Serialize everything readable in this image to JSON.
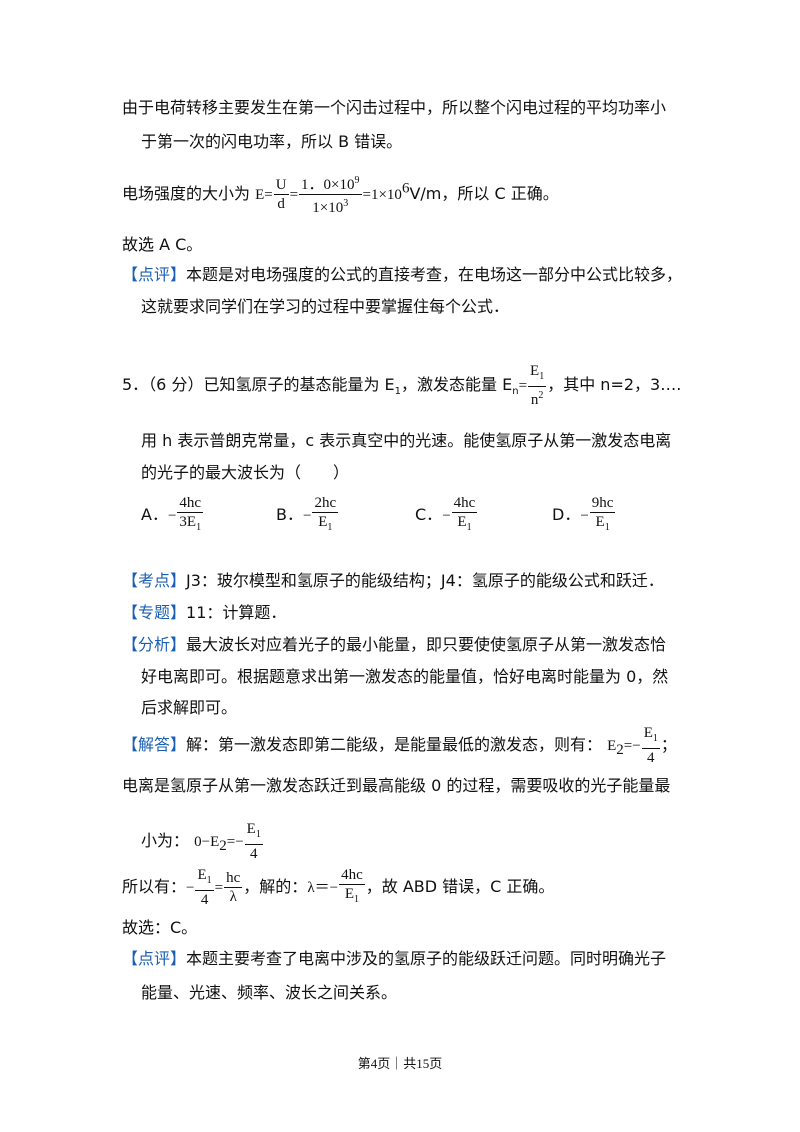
{
  "block1": {
    "line1": "由于电荷转移主要发生在第一个闪击过程中，所以整个闪电过程的平均功率小",
    "line2": "于第一次的闪电功率，所以 B 错误。"
  },
  "block2": {
    "prefix": "电场强度的大小为",
    "E": "E=",
    "U": "U",
    "d": "d",
    "eq": "=",
    "num": "1．0×10",
    "num_exp": "9",
    "den": "1×10",
    "den_exp": "3",
    "result": "=1×10",
    "result_exp": "6",
    "suffix": "V/m，所以 C 正确。"
  },
  "answer1": "故选 A C。",
  "comment1": {
    "tag": "【点评】",
    "line1": "本题是对电场强度的公式的直接考查，在电场这一部分中公式比较多，",
    "line2": "这就要求同学们在学习的过程中要掌握住每个公式．"
  },
  "q5": {
    "stem_a": "5．（6 分）已知氢原子的基态能量为 E",
    "stem_a_sub": "1",
    "stem_b": "，激发态能量 E",
    "stem_b_sub": "n",
    "stem_eq": "=",
    "frac_num": "E",
    "frac_num_sub": "1",
    "frac_den": "n",
    "frac_den_exp": "2",
    "stem_c": "，其中 n=2，3….",
    "line2": "用 h 表示普朗克常量，c 表示真空中的光速。能使氢原子从第一激发态电离",
    "line3": "的光子的最大波长为（　　）",
    "options": [
      {
        "label": "A．",
        "sign": "−",
        "num": "4hc",
        "den": "3E",
        "sub": "1"
      },
      {
        "label": "B．",
        "sign": "−",
        "num": "2hc",
        "den": "E",
        "sub": "1"
      },
      {
        "label": "C．",
        "sign": "−",
        "num": "4hc",
        "den": "E",
        "sub": "1"
      },
      {
        "label": "D．",
        "sign": "−",
        "num": "9hc",
        "den": "E",
        "sub": "1"
      }
    ]
  },
  "kaodian": {
    "tag": "【考点】",
    "text": "J3：玻尔模型和氢原子的能级结构；J4：氢原子的能级公式和跃迁．"
  },
  "zhuanti": {
    "tag": "【专题】",
    "text": "11：计算题．"
  },
  "fenxi": {
    "tag": "【分析】",
    "line1": "最大波长对应着光子的最小能量，即只要使使氢原子从第一激发态恰",
    "line2": "好电离即可。根据题意求出第一激发态的能量值，恰好电离时能量为 0，然",
    "line3": "后求解即可。"
  },
  "jieda": {
    "tag": "【解答】",
    "text": "解：第一激发态即第二能级，是能量最低的激发态，则有：",
    "e2": "E",
    "e2_sub": "2",
    "eq": "=−",
    "num": "E",
    "num_sub": "1",
    "den": "4",
    "end": "；"
  },
  "dianli": "电离是氢原子从第一激发态跃迁到最高能级 0 的过程，需要吸收的光子能量最",
  "minimal": {
    "prefix": "小为：",
    "expr": "0−E",
    "expr_sub": "2",
    "eq": "=−",
    "num": "E",
    "num_sub": "1",
    "den": "4"
  },
  "soyi": {
    "prefix": "所以有：",
    "minus": "−",
    "num1": "E",
    "num1_sub": "1",
    "den1": "4",
    "eq": "=",
    "num2": "hc",
    "den2": "λ",
    "mid": "，解的：",
    "lambda": "λ＝",
    "minus2": "−",
    "num3": "4hc",
    "den3": "E",
    "den3_sub": "1",
    "suffix": "，故 ABD 错误，C 正确。"
  },
  "answer2": "故选：C。",
  "comment2": {
    "tag": "【点评】",
    "line1": "本题主要考查了电离中涉及的氢原子的能级跃迁问题。同时明确光子",
    "line2": "能量、光速、频率、波长之间关系。"
  },
  "footer": "第4页｜共15页",
  "colors": {
    "tag": "#1a5fb4",
    "text": "#111111"
  }
}
